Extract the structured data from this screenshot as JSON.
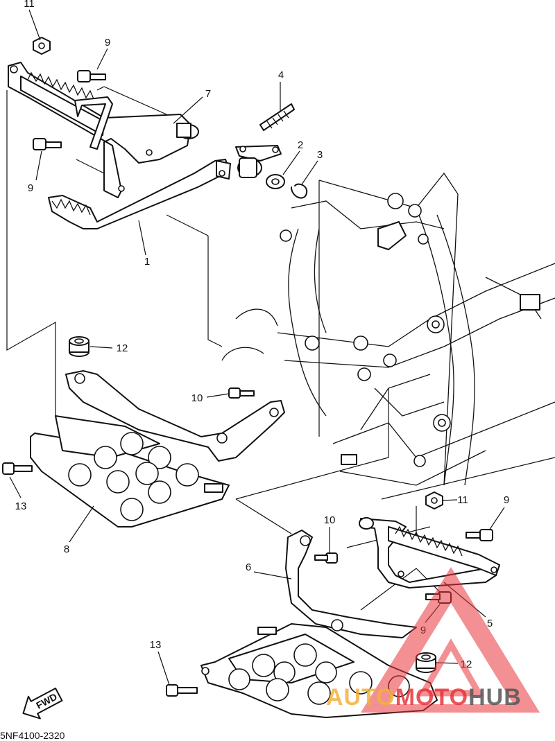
{
  "diagram_code": "5NF4100-2320",
  "direction_label": "FWD",
  "callouts": [
    "1",
    "2",
    "3",
    "4",
    "5",
    "6",
    "7",
    "8",
    "9",
    "9",
    "9",
    "9",
    "10",
    "10",
    "11",
    "11",
    "12",
    "12",
    "13",
    "13"
  ],
  "watermark": {
    "brand_part1": "AUTO",
    "brand_part2": "MOTO",
    "brand_part3": "HUB",
    "colors": {
      "triangle": "#e8343a",
      "auto": "#f2b13c",
      "moto": "#e8343a",
      "hub": "#555555"
    }
  }
}
